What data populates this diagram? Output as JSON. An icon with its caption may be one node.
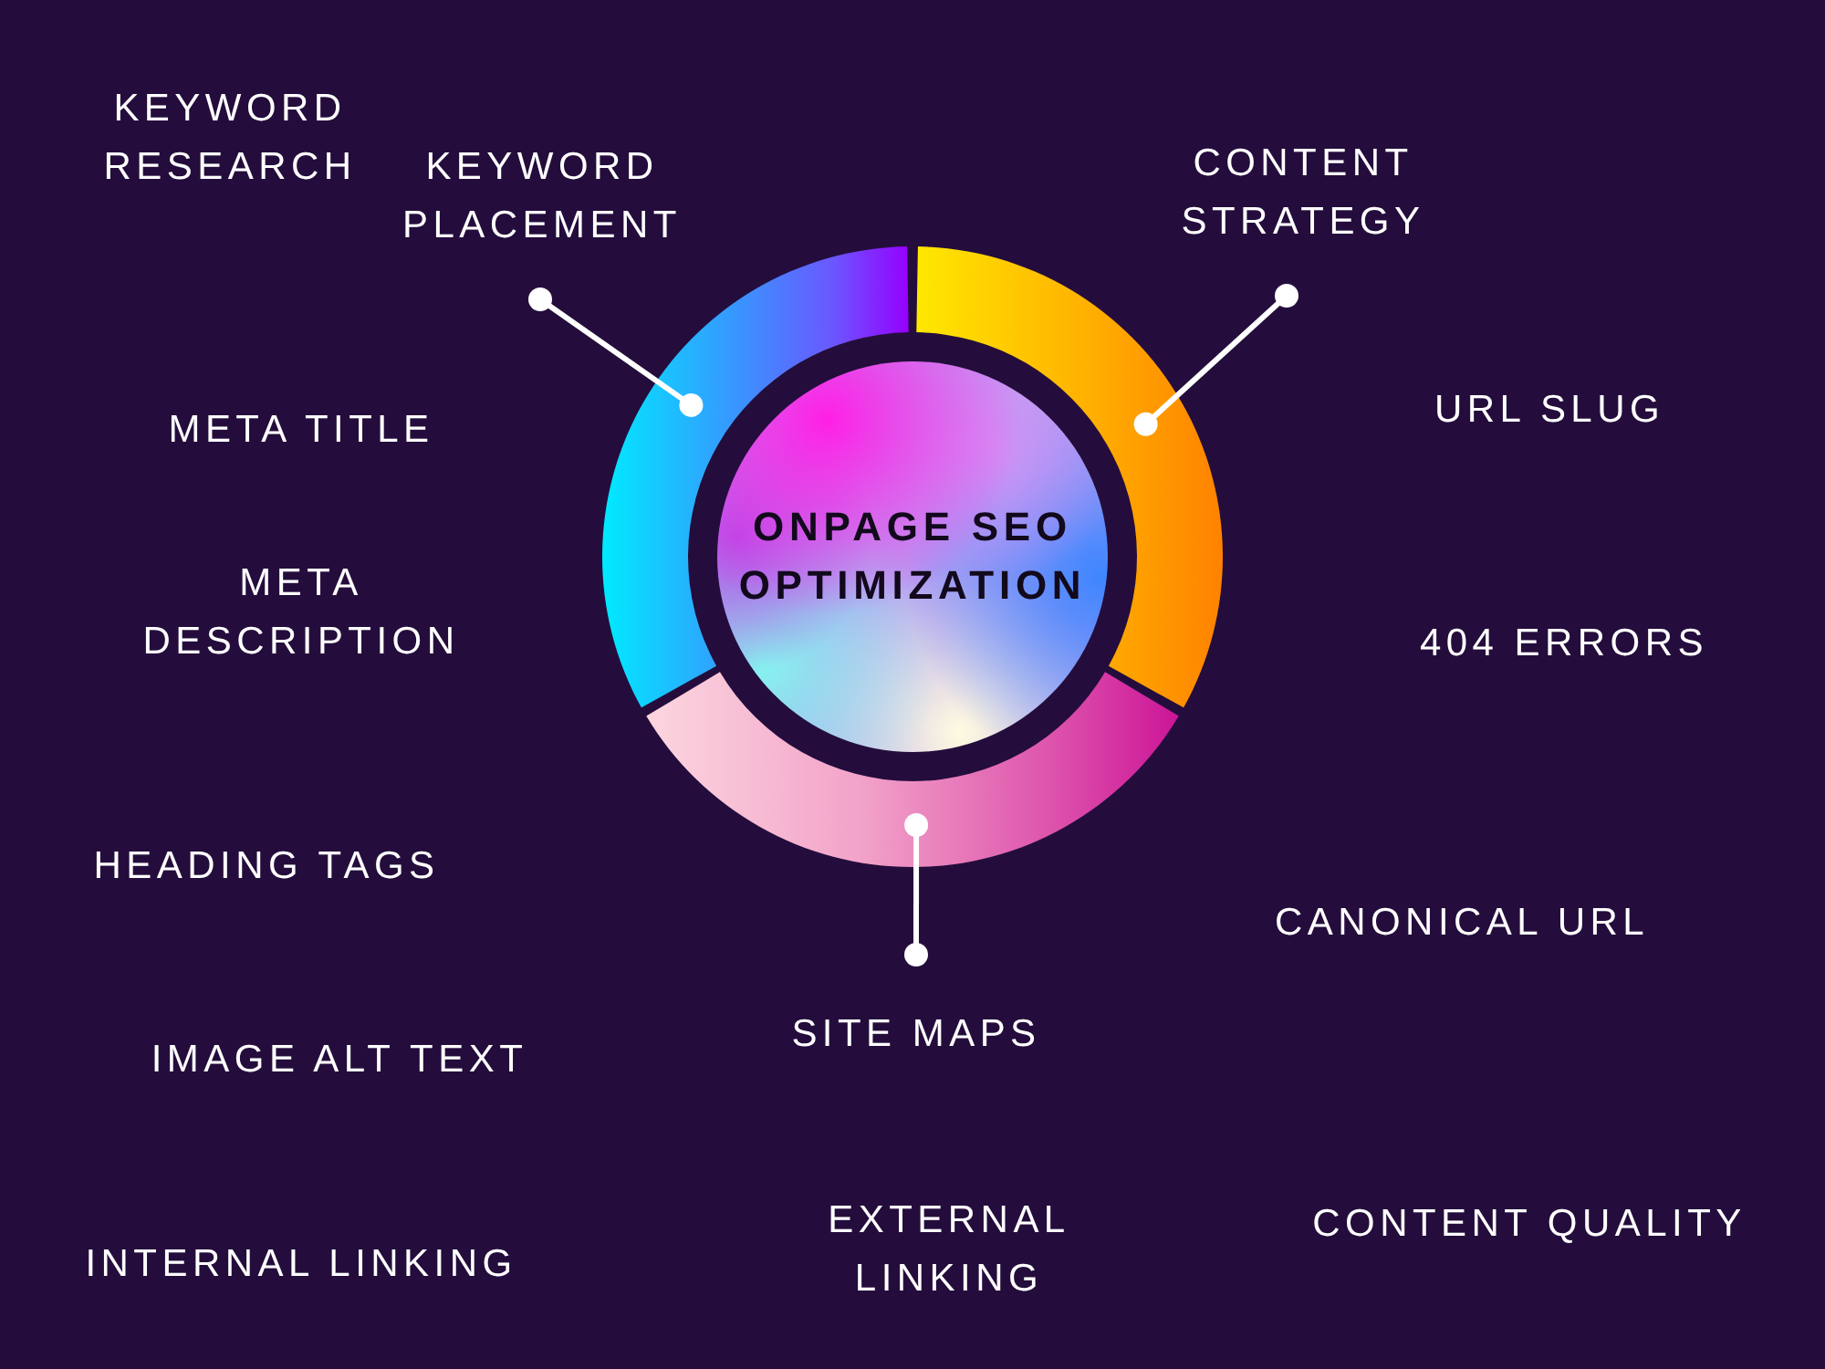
{
  "diagram": {
    "nodes": [
      {
        "text": [
          "KEYWORD PLACEMENT"
        ]
      },
      {
        "text": [
          "CONTENT STRATEGY"
        ]
      },
      {
        "text": [],
        "shape": "arc"
      },
      {
        "text": [],
        "shape": "arc"
      },
      {
        "text": [],
        "shape": "arc"
      },
      {
        "text": [
          "ONPAGE SEO OPTIMIZATION"
        ]
      },
      {
        "text": [
          "SITE MAPS"
        ]
      }
    ],
    "edges": [
      {
        "from": 0,
        "to": 2,
        "arrow": "other"
      },
      {
        "from": 1,
        "to": 4,
        "arrow": "other"
      },
      {
        "from": 6,
        "to": 3,
        "arrow": "other"
      }
    ],
    "labels": [
      "KEYWORD RESEARCH",
      "URL SLUG",
      "META TITLE",
      "META DESCRIPTION",
      "404 ERRORS",
      "HEADING TAGS",
      "CANONICAL URL",
      "IMAGE ALT TEXT",
      "CONTENT QUALITY",
      "EXTERNAL LINKING",
      "INTERNAL LINKING"
    ]
  }
}
